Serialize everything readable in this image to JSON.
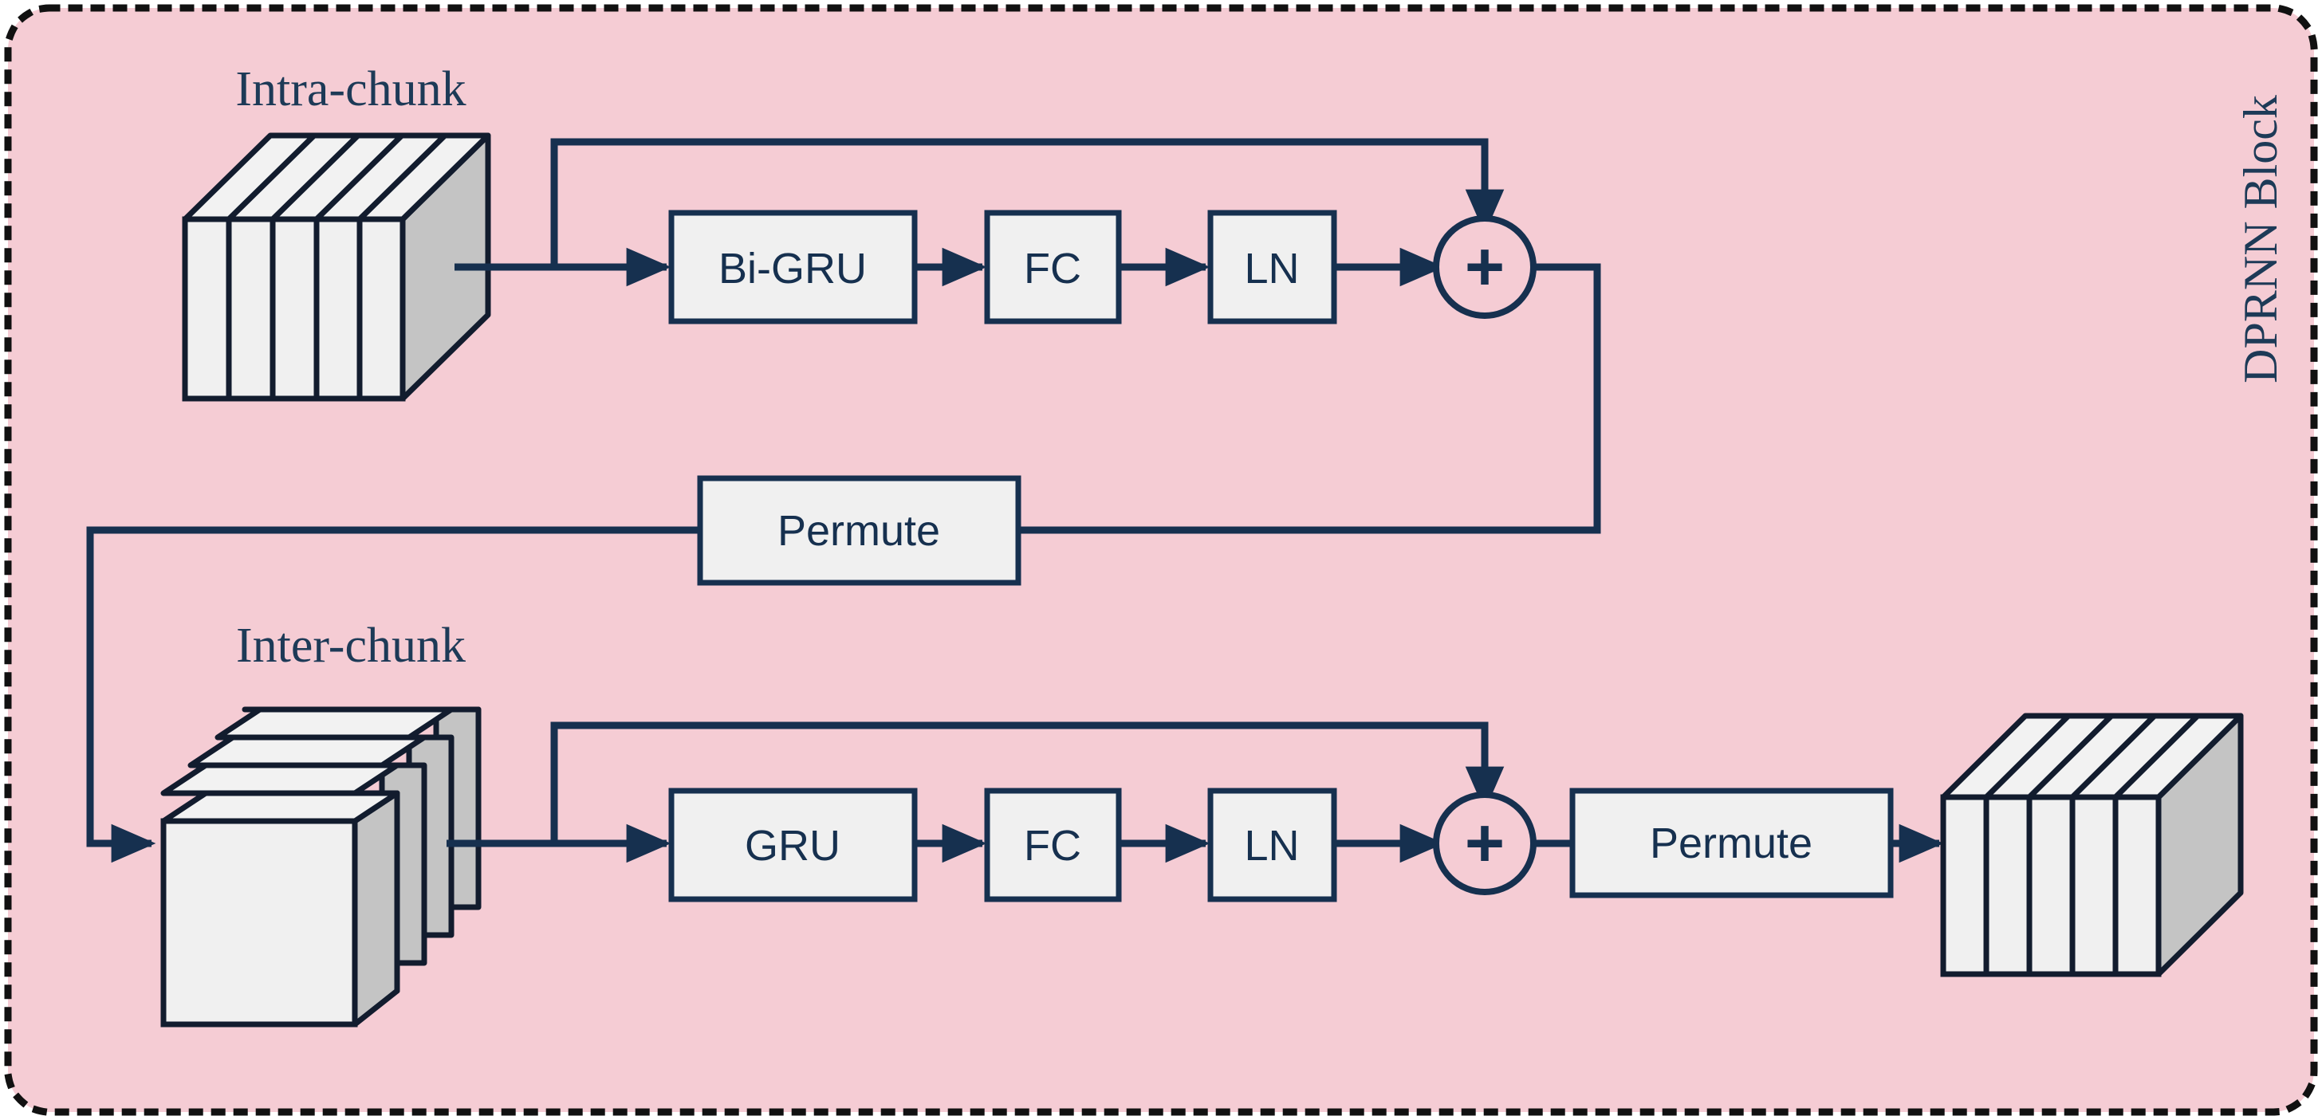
{
  "panel": {
    "title": "DPRNN Block",
    "background_color": "#f5ccd4",
    "border_color": "#111111",
    "border_style": "dotted"
  },
  "palette": {
    "line": "#16304f",
    "block_fill": "#f0f0f0",
    "cube_front": "#f0f0f0",
    "cube_side": "#c4c4c4",
    "cube_stroke": "#121c2e",
    "text": "#1d3a57"
  },
  "stages": [
    {
      "id": "intra",
      "label": "Intra-chunk",
      "blocks": [
        {
          "name": "bi-gru",
          "label": "Bi-GRU"
        },
        {
          "name": "fc",
          "label": "FC"
        },
        {
          "name": "ln",
          "label": "LN"
        }
      ],
      "adder": {
        "name": "add",
        "label": "+"
      }
    },
    {
      "id": "inter",
      "label": "Inter-chunk",
      "blocks": [
        {
          "name": "gru",
          "label": "GRU"
        },
        {
          "name": "fc",
          "label": "FC"
        },
        {
          "name": "ln",
          "label": "LN"
        }
      ],
      "adder": {
        "name": "add",
        "label": "+"
      }
    }
  ],
  "permute": {
    "middle_label": "Permute",
    "output_label": "Permute"
  },
  "tensors": {
    "input_label": "Intra-chunk",
    "middle_label": "Inter-chunk",
    "slab_count": 5
  }
}
